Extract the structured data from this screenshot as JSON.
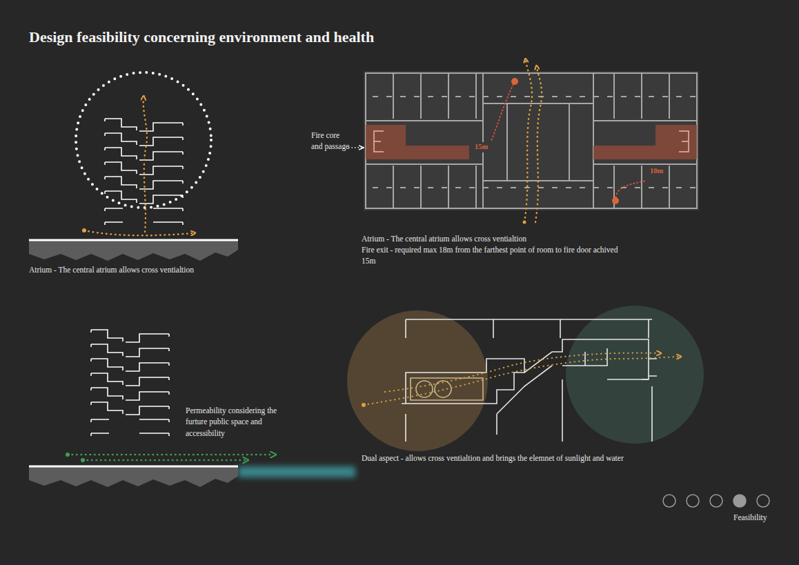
{
  "diagram": {
    "title": "Design feasibility concerning environment and health",
    "labels": [
      "Fire core and passage",
      "15m",
      "10m",
      "Atrium - The central atrium allows cross ventialtion",
      "Atrium - The central atrium allows cross ventialtion",
      "Fire exit - required max 18m from the farthest point of room to fire door achived 15m",
      "Permeability considering the furture public space and accessibility",
      "Dual aspect - allows cross ventialtion and brings the elemnet of sunlight and water",
      "Feasibility"
    ]
  }
}
